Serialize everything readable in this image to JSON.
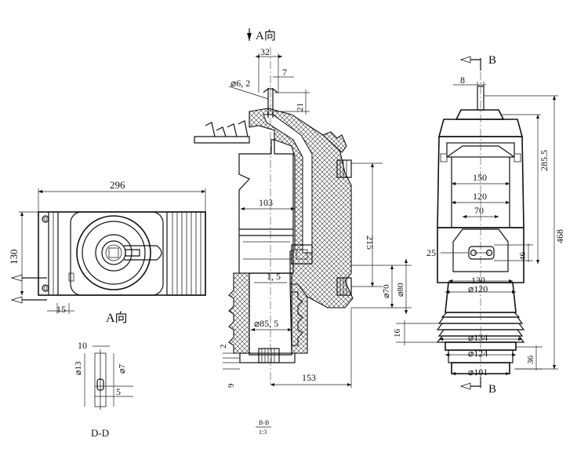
{
  "view_labels": {
    "a_dir_top": "A向",
    "a_dir_left": "A向",
    "b_top": "B",
    "b_bottom": "B",
    "d_d": "D-D",
    "bb_title": "B-B",
    "bb_scale": "1:3"
  },
  "dimensions": {
    "left_view": {
      "width": "296",
      "height": "130",
      "small": "15"
    },
    "section_view": {
      "d32": "32",
      "d7": "7",
      "d62": "⌀6, 2",
      "d21": "21",
      "d103": "103",
      "d215": "215",
      "d15": "1, 5",
      "d70": "⌀70",
      "d80": "⌀80",
      "d855": "⌀85, 5",
      "d2": "2",
      "d9": "9",
      "d153": "153"
    },
    "right_view": {
      "d8": "8",
      "d150": "150",
      "d120a": "120",
      "d70": "70",
      "d2855": "285.5",
      "d468": "468",
      "d25": "25",
      "d46": "46",
      "d130": "130",
      "d120b": "⌀120",
      "d16": "16",
      "d134": "⌀134",
      "d124": "⌀124",
      "d36": "36",
      "d101": "⌀101"
    },
    "detail_dd": {
      "d10": "10",
      "d13": "⌀13",
      "d7": "⌀7",
      "d5": "5"
    }
  }
}
